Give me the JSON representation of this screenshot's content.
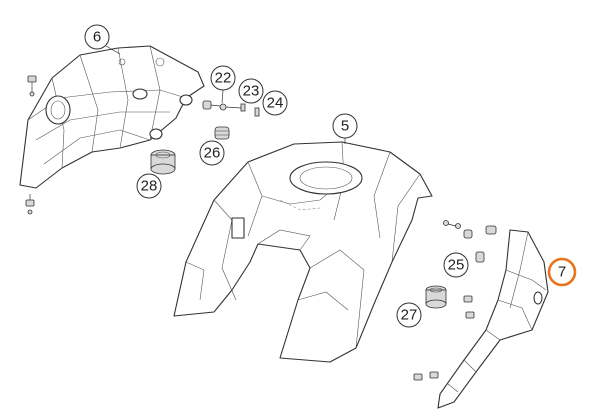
{
  "diagram": {
    "accent_color": "#e8731c",
    "callouts": [
      {
        "id": "c6",
        "label": "6",
        "highlight": false
      },
      {
        "id": "c22",
        "label": "22",
        "highlight": false
      },
      {
        "id": "c23",
        "label": "23",
        "highlight": false
      },
      {
        "id": "c24",
        "label": "24",
        "highlight": false
      },
      {
        "id": "c26",
        "label": "26",
        "highlight": false
      },
      {
        "id": "c28",
        "label": "28",
        "highlight": false
      },
      {
        "id": "c5",
        "label": "5",
        "highlight": false
      },
      {
        "id": "c25",
        "label": "25",
        "highlight": false
      },
      {
        "id": "c27",
        "label": "27",
        "highlight": false
      },
      {
        "id": "c7",
        "label": "7",
        "highlight": true
      }
    ]
  }
}
